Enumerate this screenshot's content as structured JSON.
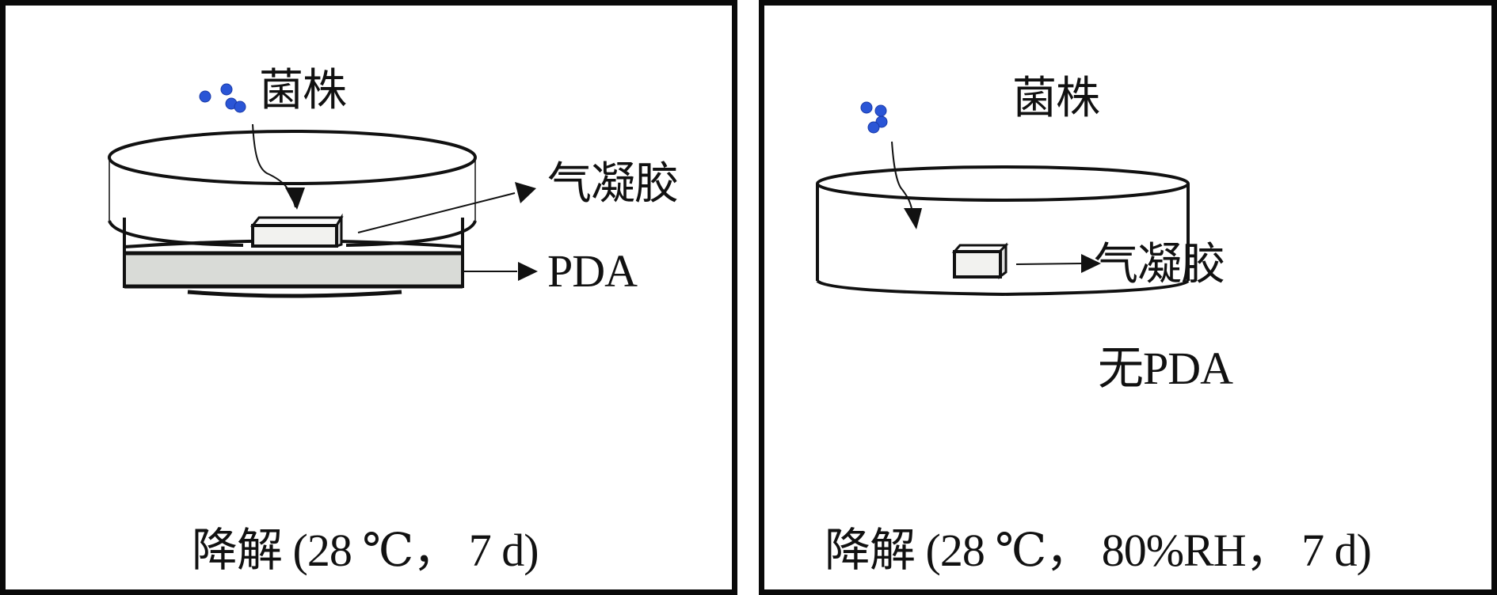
{
  "panels": [
    {
      "labels": {
        "strain": "菌株",
        "aerogel": "气凝胶",
        "medium": "PDA"
      },
      "caption": "降解 (28 ℃， 7 d)"
    },
    {
      "labels": {
        "strain": "菌株",
        "aerogel": "气凝胶",
        "medium": "无PDA"
      },
      "caption": "降解 (28 ℃， 80%RH， 7 d)"
    }
  ],
  "colors": {
    "strain_dots": "#2a55d6",
    "pda_fill": "#d9dbd7",
    "aerogel_fill": "#f2f2ef",
    "ink": "#111111"
  }
}
